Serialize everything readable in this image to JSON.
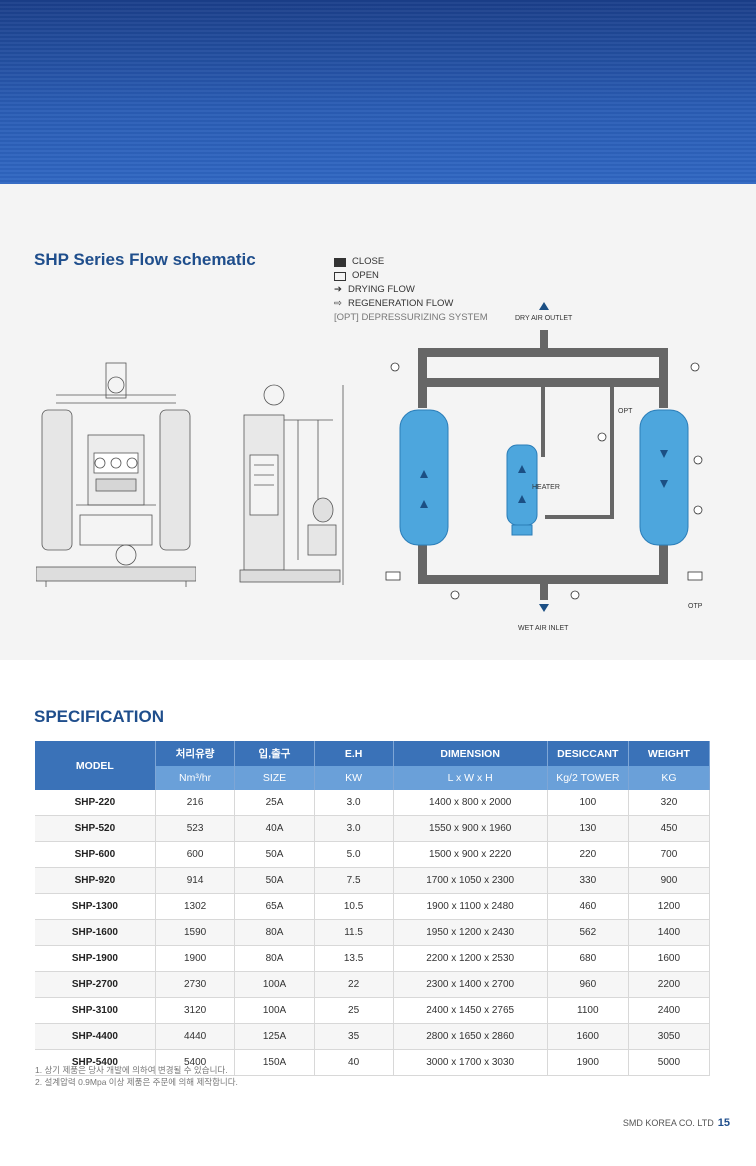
{
  "flow": {
    "title": "SHP Series Flow schematic",
    "legend": {
      "close": "CLOSE",
      "open": "OPEN",
      "drying": "DRYING FLOW",
      "regen": "REGENERATION FLOW",
      "opt": "[OPT] DEPRESSURIZING SYSTEM"
    },
    "labels": {
      "dry_outlet": "DRY AIR OUTLET",
      "wet_inlet": "WET AIR INLET",
      "heater": "HEATER",
      "opt": "OPT",
      "otp": "OTP"
    }
  },
  "spec": {
    "title": "SPECIFICATION",
    "headers": {
      "model": "MODEL",
      "flow": "처리유량",
      "size": "입,출구",
      "eh": "E.H",
      "dimension": "DIMENSION",
      "desiccant": "DESICCANT",
      "weight": "WEIGHT"
    },
    "units": {
      "flow": "Nm³/hr",
      "size": "SIZE",
      "eh": "KW",
      "dimension": "L x W x H",
      "desiccant": "Kg/2 TOWER",
      "weight": "KG"
    },
    "rows": [
      {
        "model": "SHP-220",
        "flow": "216",
        "size": "25A",
        "eh": "3.0",
        "dim": "1400 x 800 x 2000",
        "des": "100",
        "wt": "320"
      },
      {
        "model": "SHP-520",
        "flow": "523",
        "size": "40A",
        "eh": "3.0",
        "dim": "1550 x 900 x 1960",
        "des": "130",
        "wt": "450"
      },
      {
        "model": "SHP-600",
        "flow": "600",
        "size": "50A",
        "eh": "5.0",
        "dim": "1500 x 900 x 2220",
        "des": "220",
        "wt": "700"
      },
      {
        "model": "SHP-920",
        "flow": "914",
        "size": "50A",
        "eh": "7.5",
        "dim": "1700 x 1050 x 2300",
        "des": "330",
        "wt": "900"
      },
      {
        "model": "SHP-1300",
        "flow": "1302",
        "size": "65A",
        "eh": "10.5",
        "dim": "1900 x 1100 x 2480",
        "des": "460",
        "wt": "1200"
      },
      {
        "model": "SHP-1600",
        "flow": "1590",
        "size": "80A",
        "eh": "11.5",
        "dim": "1950 x 1200 x 2430",
        "des": "562",
        "wt": "1400"
      },
      {
        "model": "SHP-1900",
        "flow": "1900",
        "size": "80A",
        "eh": "13.5",
        "dim": "2200 x 1200 x 2530",
        "des": "680",
        "wt": "1600"
      },
      {
        "model": "SHP-2700",
        "flow": "2730",
        "size": "100A",
        "eh": "22",
        "dim": "2300 x 1400 x 2700",
        "des": "960",
        "wt": "2200"
      },
      {
        "model": "SHP-3100",
        "flow": "3120",
        "size": "100A",
        "eh": "25",
        "dim": "2400 x 1450 x 2765",
        "des": "1100",
        "wt": "2400"
      },
      {
        "model": "SHP-4400",
        "flow": "4440",
        "size": "125A",
        "eh": "35",
        "dim": "2800 x 1650 x 2860",
        "des": "1600",
        "wt": "3050"
      },
      {
        "model": "SHP-5400",
        "flow": "5400",
        "size": "150A",
        "eh": "40",
        "dim": "3000 x 1700 x 3030",
        "des": "1900",
        "wt": "5000"
      }
    ],
    "notes": [
      "1. 상기 제품은 당사 개발에 의하여 변경될 수 있습니다.",
      "2. 설계압력 0.9Mpa 이상 제품은 주문에 의해 제작합니다."
    ]
  },
  "footer": {
    "company": "SMD KOREA CO. LTD",
    "page": "15"
  }
}
